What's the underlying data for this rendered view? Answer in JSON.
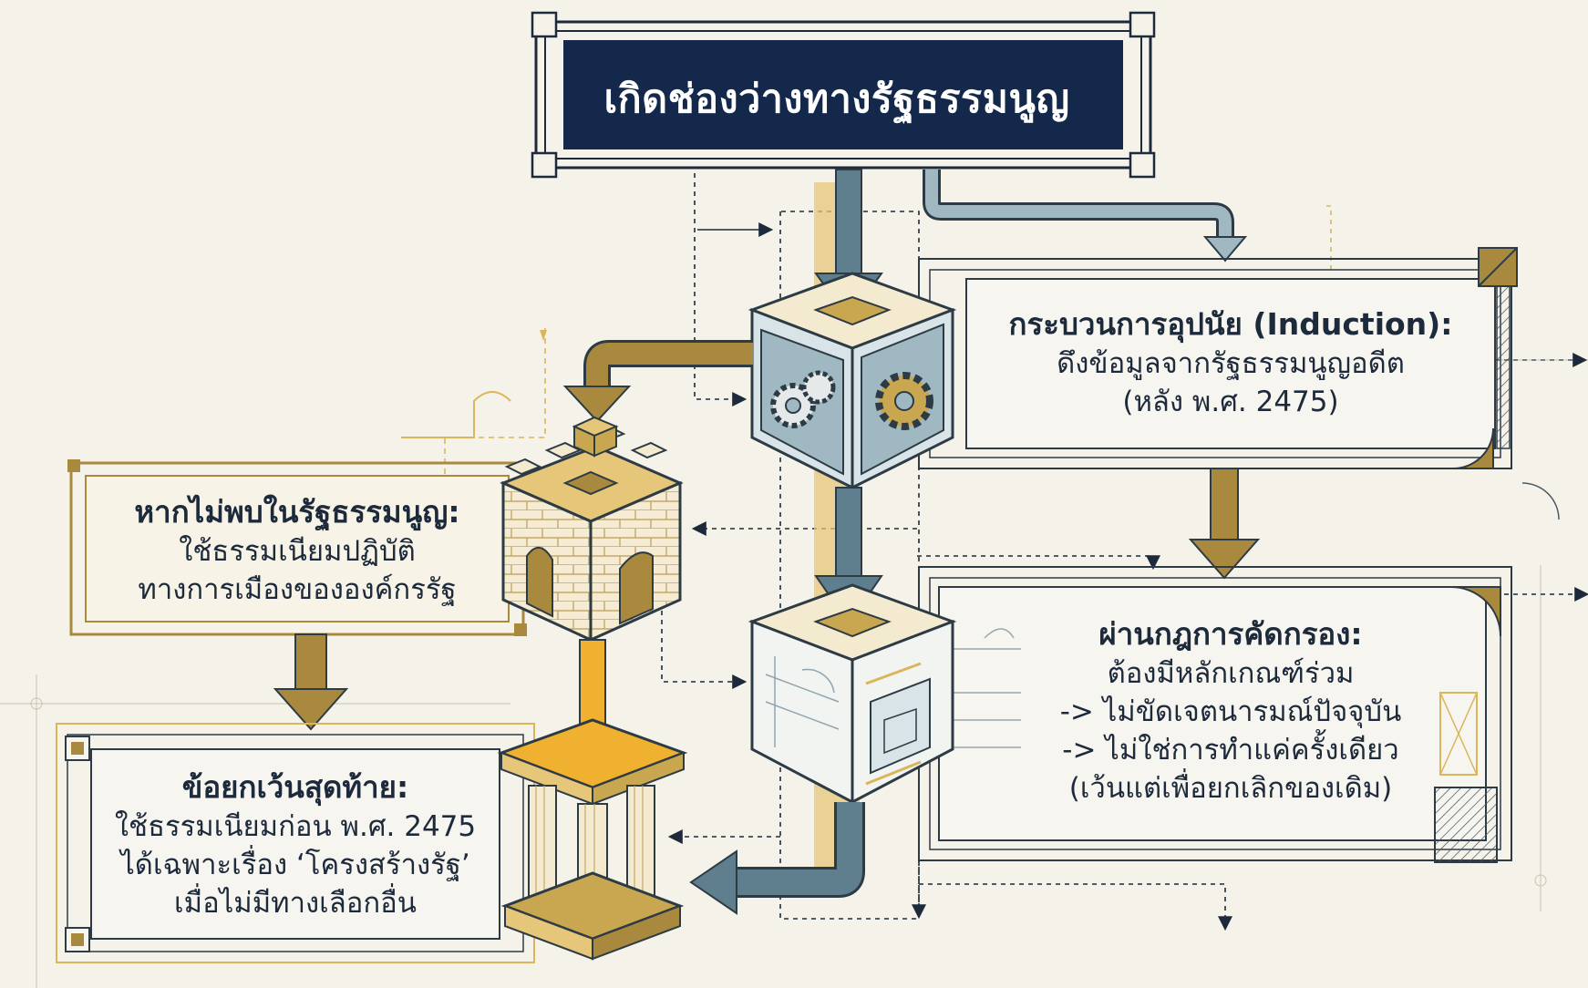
{
  "title": "เกิดช่องว่างทางรัฐธรรมนูญ",
  "induction": {
    "heading": "กระบวนการอุปนัย (Induction):",
    "lines": [
      "ดึงข้อมูลจากรัฐธรรมนูญอดีต",
      "(หลัง พ.ศ. 2475)"
    ]
  },
  "filter": {
    "heading": "ผ่านกฎการคัดกรอง:",
    "lines": [
      "ต้องมีหลักเกณฑ์ร่วม",
      "-> ไม่ขัดเจตนารมณ์ปัจจุบัน",
      "-> ไม่ใช่การทำแค่ครั้งเดียว",
      "(เว้นแต่เพื่อยกเลิกของเดิม)"
    ]
  },
  "not_found": {
    "heading": "หากไม่พบในรัฐธรรมนูญ:",
    "lines": [
      "ใช้ธรรมเนียมปฏิบัติ",
      "ทางการเมืองขององค์กรรัฐ"
    ]
  },
  "exception": {
    "heading": "ข้อยกเว้นสุดท้าย:",
    "lines": [
      "ใช้ธรรมเนียมก่อน พ.ศ. 2475",
      "ได้เฉพาะเรื่อง ‘โครงสร้างรัฐ’",
      "เมื่อไม่มีทางเลือกอื่น"
    ]
  },
  "colors": {
    "navy": "#13284a",
    "steel": "#5f7f8f",
    "steel_light": "#9fb8c2",
    "gold": "#a8893e",
    "gold_light": "#d9b65a",
    "orange": "#f0b030",
    "paper": "#f5f2ea",
    "cream": "#f3ead0"
  }
}
